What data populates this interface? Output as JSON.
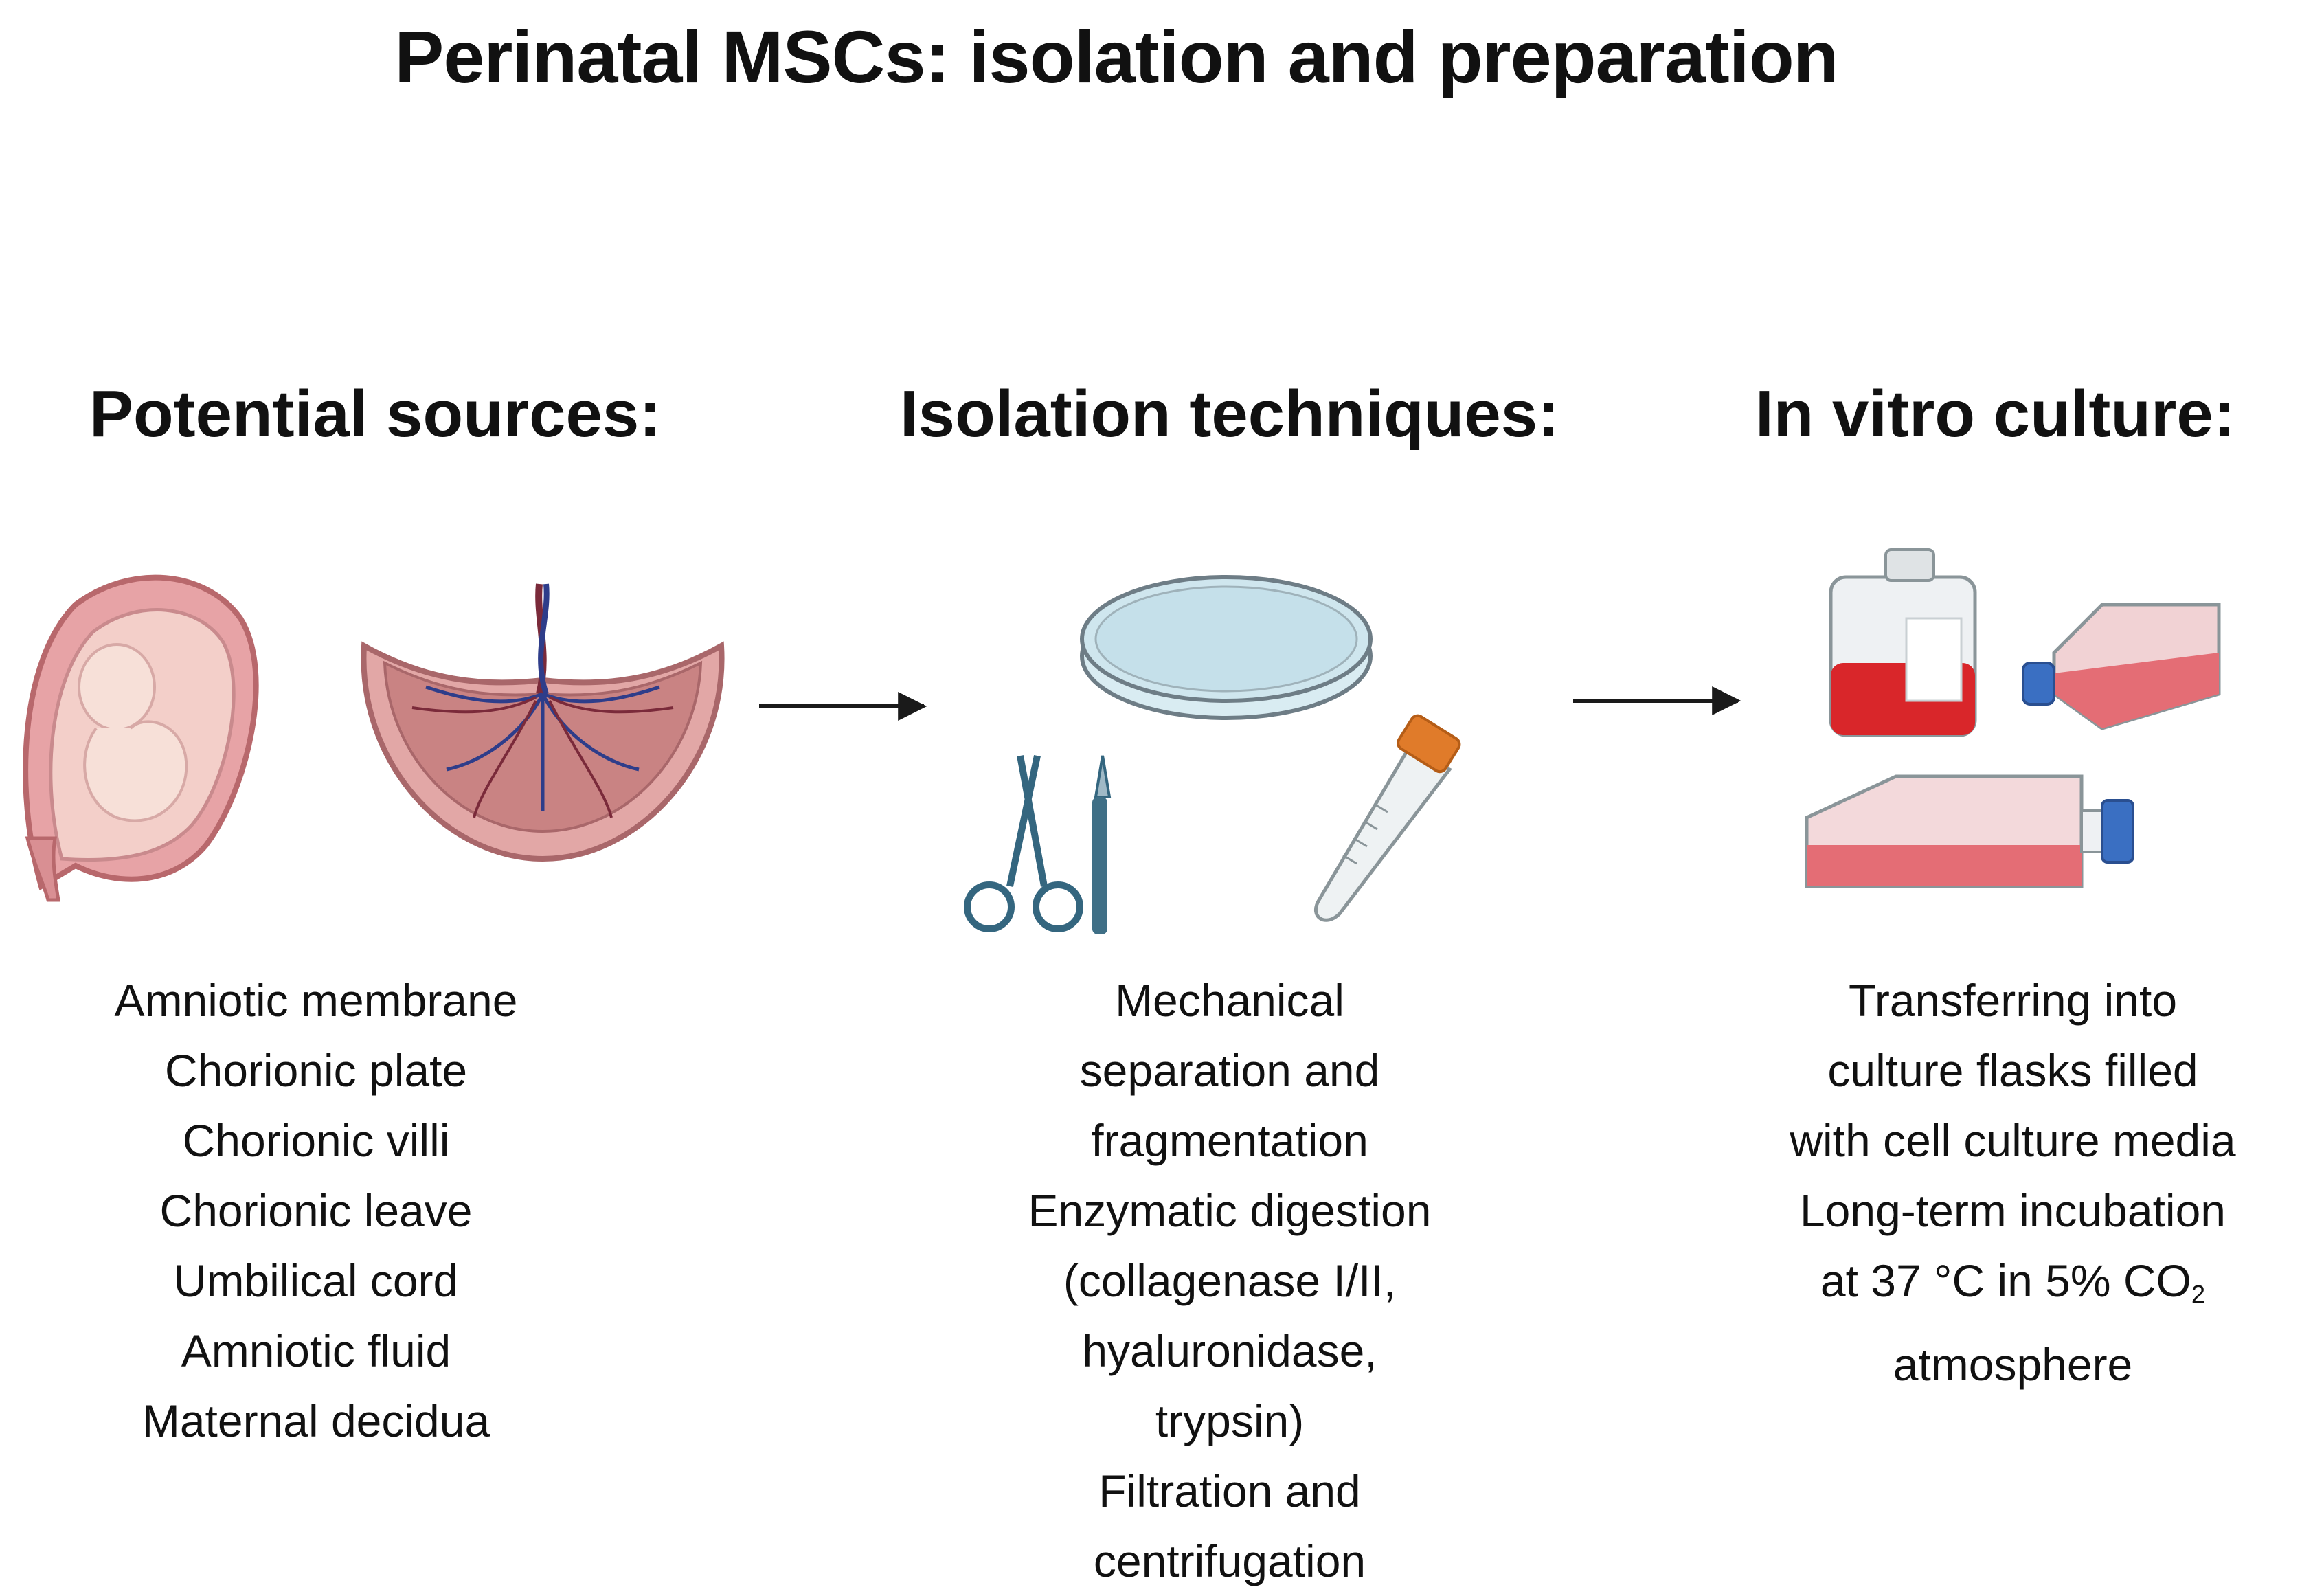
{
  "title": "Perinatal MSCs: isolation and preparation",
  "columns": [
    {
      "heading": "Potential sources:",
      "items": [
        "Amniotic membrane",
        "Chorionic plate",
        "Chorionic villi",
        "Chorionic leave",
        "Umbilical cord",
        "Amniotic fluid",
        "Maternal decidua"
      ]
    },
    {
      "heading": "Isolation techniques:",
      "items": [
        "Mechanical",
        "separation and",
        "fragmentation",
        "Enzymatic digestion",
        "(collagenase I/II,",
        "hyaluronidase,",
        "trypsin)",
        "Filtration and",
        "centrifugation"
      ]
    },
    {
      "heading": "In vitro culture:",
      "items": [
        "Transferring into",
        "culture flasks filled",
        "with cell culture media",
        "Long-term incubation"
      ],
      "co2_line": {
        "prefix": "at 37 °C in 5% CO",
        "subscript": "2"
      },
      "last_item": "atmosphere"
    }
  ],
  "icons": [
    "pregnant-uterus-icon",
    "placenta-icon",
    "petri-dish-icon",
    "scissors-icon",
    "scalpel-icon",
    "centrifuge-tube-icon",
    "culture-bottle-icon",
    "culture-flask-icon"
  ]
}
